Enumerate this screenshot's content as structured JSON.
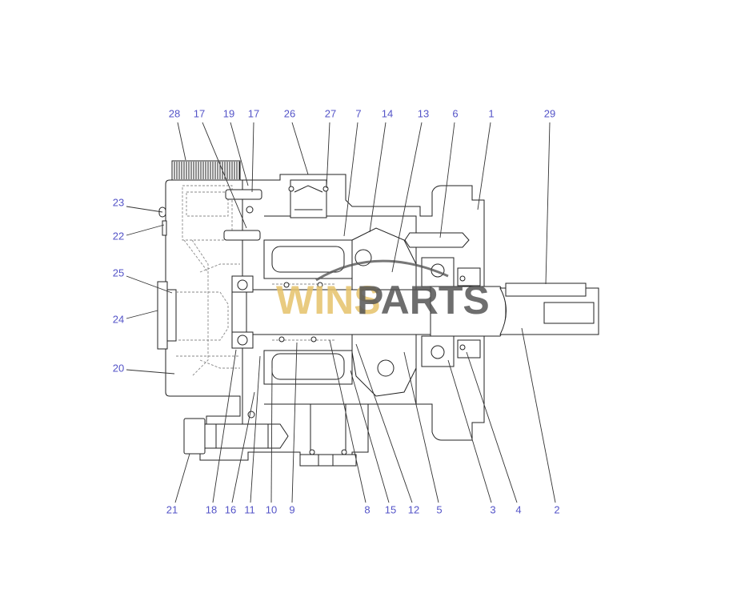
{
  "diagram": {
    "labels": [
      "28",
      "17",
      "19",
      "17",
      "26",
      "27",
      "7",
      "14",
      "13",
      "6",
      "1",
      "29",
      "23",
      "22",
      "25",
      "24",
      "20",
      "21",
      "18",
      "16",
      "11",
      "10",
      "9",
      "8",
      "15",
      "12",
      "5",
      "3",
      "4",
      "2"
    ],
    "watermark": {
      "part1": "WINS",
      "part2": "PARTS"
    },
    "colors": {
      "label": "#5454c8",
      "watermark_gold": "#e6c36a",
      "watermark_gray": "#555555"
    }
  }
}
